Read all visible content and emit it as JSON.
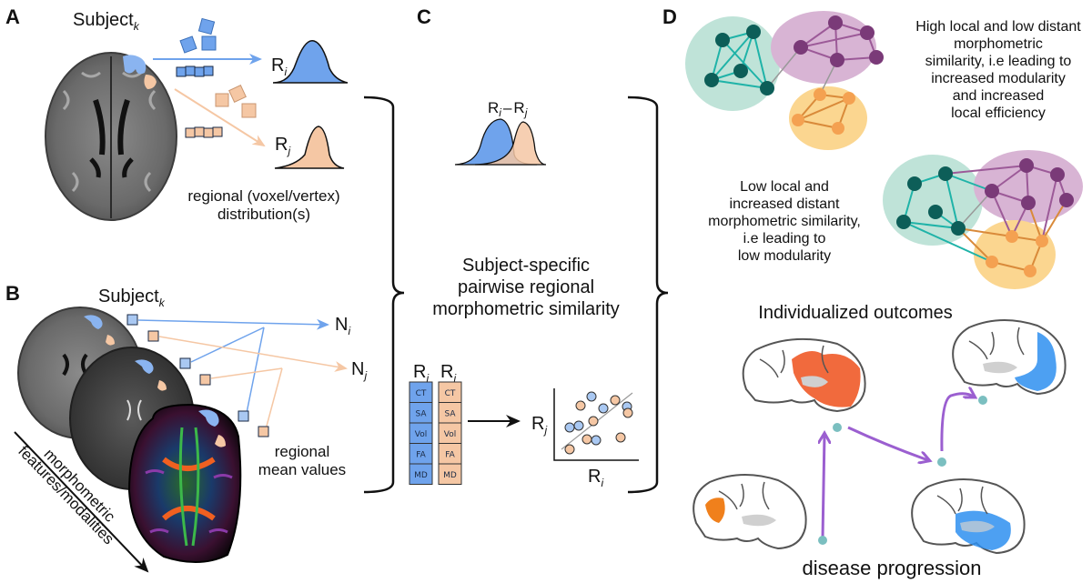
{
  "figure": {
    "panels": {
      "A": {
        "label": "A",
        "subject": "Subject",
        "subject_sub": "k",
        "region_i": "R",
        "region_i_sub": "i",
        "region_j": "R",
        "region_j_sub": "j",
        "caption_line1": "regional (voxel/vertex)",
        "caption_line2": "distribution(s)"
      },
      "B": {
        "label": "B",
        "subject": "Subject",
        "subject_sub": "k",
        "node_i": "N",
        "node_i_sub": "i",
        "node_j": "N",
        "node_j_sub": "j",
        "caption_line1": "regional",
        "caption_line2": "mean values",
        "axis_line1": "morphometric",
        "axis_line2": "features/modalities"
      },
      "C": {
        "label": "C",
        "diff_label_a": "R",
        "diff_label_a_sub": "i",
        "diff_minus": "–",
        "diff_label_b": "R",
        "diff_label_b_sub": "j",
        "title_line1": "Subject-specific",
        "title_line2": "pairwise regional",
        "title_line3": "morphometric similarity",
        "column_i": "R",
        "column_i_sub": "i",
        "column_j": "R",
        "column_j_sub": "j",
        "features": [
          "CT",
          "SA",
          "Vol",
          "FA",
          "MD"
        ],
        "scatter_ylabel": "R",
        "scatter_ylabel_sub": "j",
        "scatter_xlabel": "R",
        "scatter_xlabel_sub": "i"
      },
      "D": {
        "label": "D",
        "top_text": [
          "High local and low distant",
          "morphometric",
          "similarity, i.e leading to",
          "increased modularity",
          "and increased",
          "local efficiency"
        ],
        "mid_text": [
          "Low local and",
          "increased distant",
          "morphometric similarity,",
          "i.e leading to",
          "low modularity"
        ],
        "outcomes_title": "Individualized outcomes",
        "progression_label": "disease progression"
      }
    },
    "colors": {
      "blue": "#6fa3ec",
      "blue_light": "#a9c8f2",
      "peach": "#f5c7a4",
      "peach_dark": "#e8a87f",
      "teal_module": "#bfe3d8",
      "teal_node": "#0d5e58",
      "teal_edge": "#1fb3a8",
      "purple_module": "#d8b4d4",
      "purple_node": "#7a3a78",
      "purple_edge": "#9c5a98",
      "orange_module": "#fbd690",
      "orange_node": "#f4a151",
      "orange_edge": "#d98a3a",
      "arrow_purple": "#9b5fd0",
      "dot_teal": "#7bbfc0",
      "heat_red": "#f05a28",
      "heat_blue": "#2e8ff0"
    }
  }
}
